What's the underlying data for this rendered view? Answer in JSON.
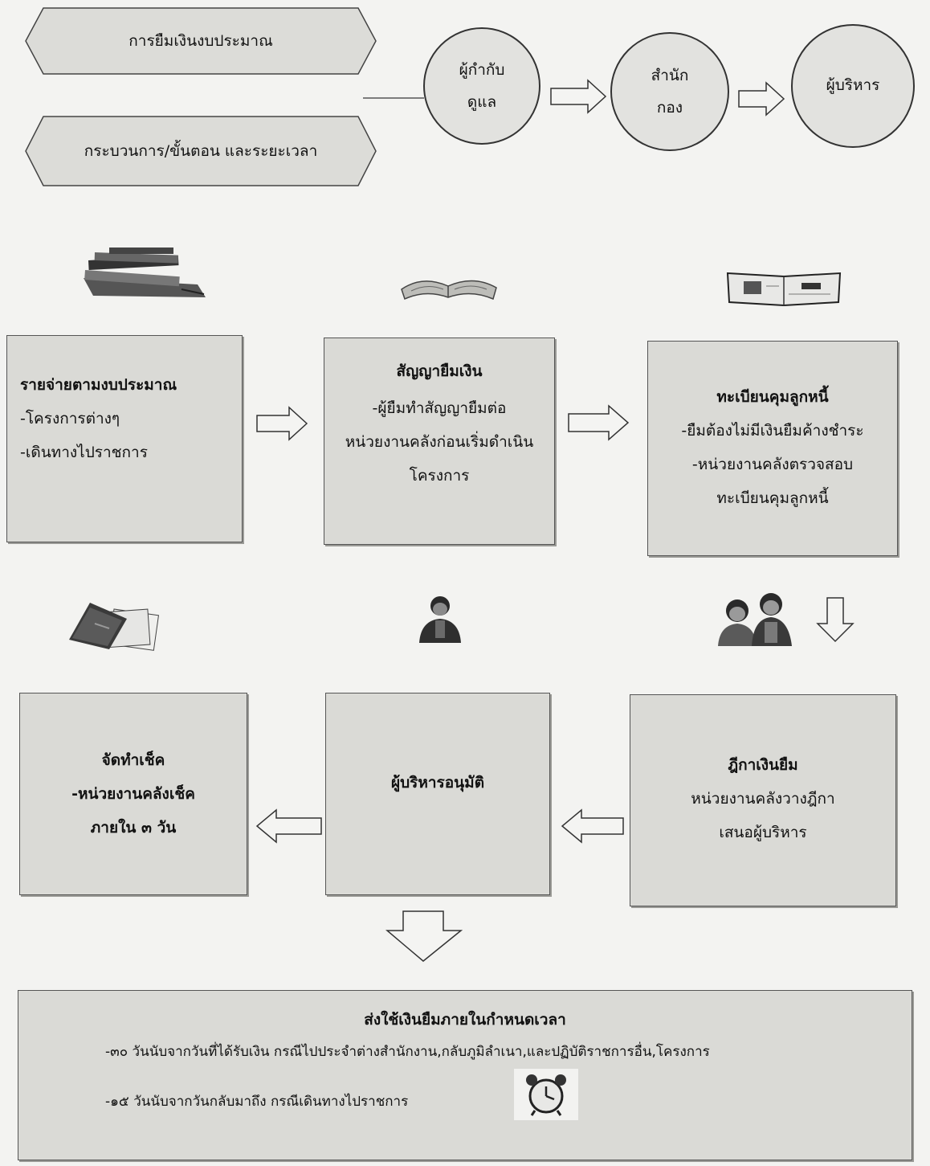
{
  "header": {
    "tag_budget": "การยืมเงินงบประมาณ",
    "tag_process": "กระบวนการ/ขั้นตอน และระยะเวลา",
    "circles": [
      {
        "line1": "ผู้กำกับ",
        "line2": "ดูแล"
      },
      {
        "line1": "สำนัก",
        "line2": "กอง"
      },
      {
        "line1": "ผู้บริหาร",
        "line2": ""
      }
    ]
  },
  "steps": {
    "budget": {
      "title": "รายจ่ายตามงบประมาณ",
      "line1": "-โครงการต่างๆ",
      "line2": "-เดินทางไปราชการ"
    },
    "contract": {
      "title": "สัญญายืมเงิน",
      "line1": "-ผู้ยืมทำสัญญายืมต่อ",
      "line2": "หน่วยงานคลังก่อนเริ่มดำเนิน",
      "line3": "โครงการ"
    },
    "registry": {
      "title": "ทะเบียนคุมลูกหนี้",
      "line1": "-ยืมต้องไม่มีเงินยืมค้างชำระ",
      "line2": "-หน่วยงานคลังตรวจสอบ",
      "line3": "ทะเบียนคุมลูกหนี้"
    },
    "request": {
      "title": "ฎีกาเงินยืม",
      "line1": "หน่วยงานคลังวางฎีกา",
      "line2": "เสนอผู้บริหาร"
    },
    "approve": {
      "title": "ผู้บริหารอนุมัติ"
    },
    "cheque": {
      "title": "จัดทำเช็ค",
      "line1": "-หน่วยงานคลังเช็ค",
      "line2": "ภายใน ๓ วัน"
    }
  },
  "footer": {
    "title": "ส่งใช้เงินยืมภายในกำหนดเวลา",
    "line1": "-๓๐ วันนับจากวันที่ได้รับเงิน กรณีไปประจำต่างสำนักงาน,กลับภูมิลำเนา,และปฏิบัติราชการอื่น,โครงการ",
    "line2": "-๑๕ วันนับจากวันกลับมาถึง กรณีเดินทางไปราชการ"
  },
  "icons": [
    "books-stack-icon",
    "open-book-icon",
    "ledger-book-icon",
    "documents-icon",
    "officer-person-icon",
    "two-officers-icon",
    "alarm-clock-icon"
  ],
  "colors": {
    "box_fill": "#dadad6",
    "circle_fill": "#e2e2df",
    "line": "#333333"
  }
}
